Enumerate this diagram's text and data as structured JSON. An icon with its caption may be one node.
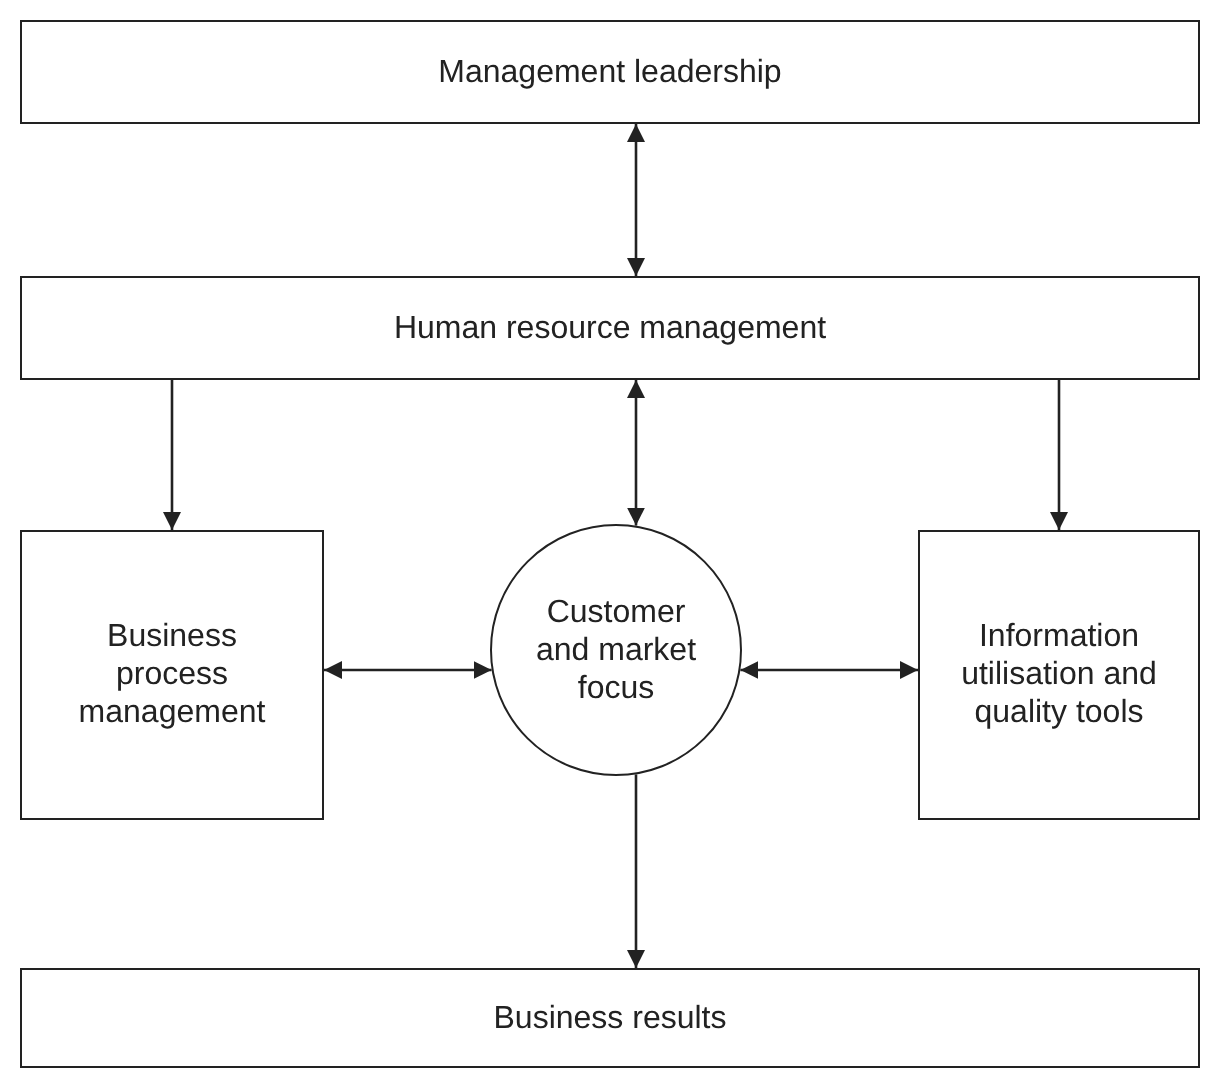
{
  "diagram": {
    "nodes": [
      {
        "text": [
          "Management leadership"
        ]
      },
      {
        "text": [
          "Human resource management"
        ]
      },
      {
        "text": [
          "Business process management"
        ]
      },
      {
        "text": [
          "Customer and market focus"
        ]
      },
      {
        "text": [
          "Information utilisation and quality tools"
        ]
      },
      {
        "text": [
          "Business results"
        ]
      }
    ],
    "edges": [
      {
        "from": 0,
        "to": 1,
        "arrow": "both"
      },
      {
        "from": 1,
        "to": 2,
        "arrow": "to"
      },
      {
        "from": 1,
        "to": 3,
        "arrow": "both"
      },
      {
        "from": 1,
        "to": 4,
        "arrow": "to"
      },
      {
        "from": 2,
        "to": 3,
        "arrow": "both"
      },
      {
        "from": 3,
        "to": 4,
        "arrow": "both"
      },
      {
        "from": 3,
        "to": 5,
        "arrow": "to"
      }
    ]
  }
}
